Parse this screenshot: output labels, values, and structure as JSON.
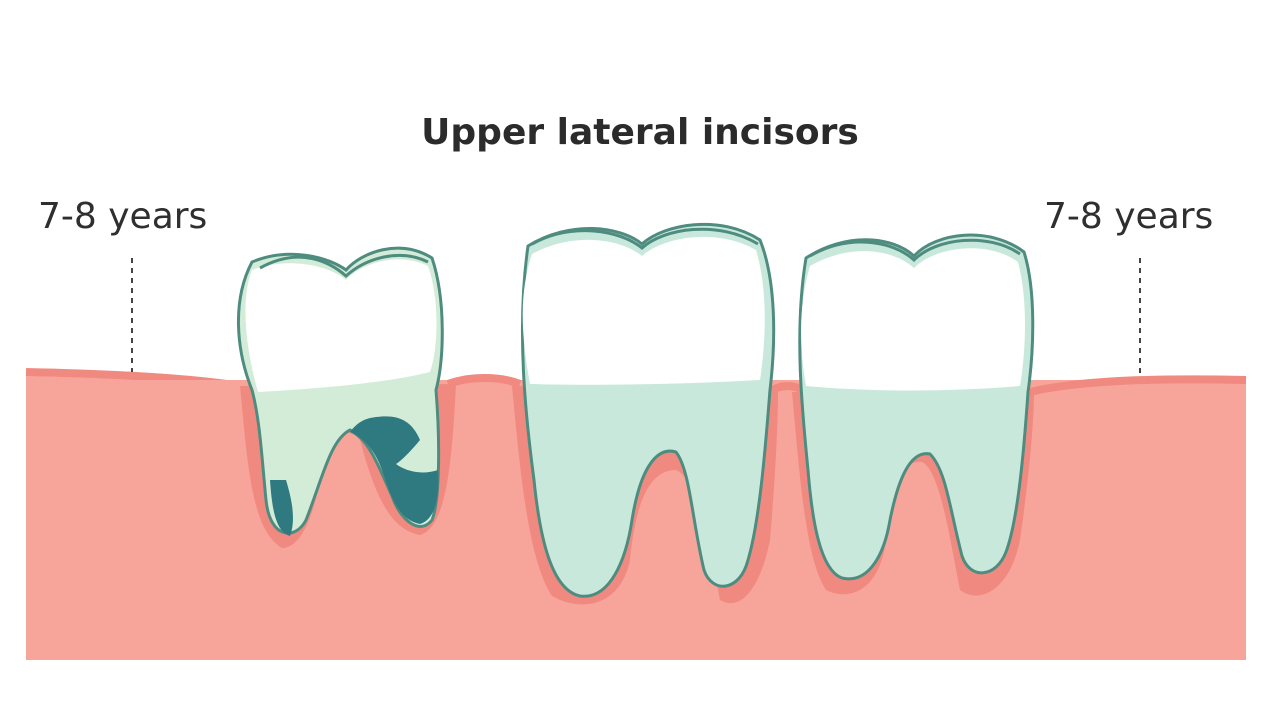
{
  "title": "Upper lateral incisors",
  "labels": {
    "left_age": "7-8 years",
    "right_age": "7-8 years"
  },
  "colors": {
    "gum": "#f7a59b",
    "gum_edge": "#f08a80",
    "tooth_outline": "#4f8c80",
    "tooth_fill": "#c9e8dc",
    "tooth_crown": "#ffffff",
    "decay": "#2f7a80"
  },
  "teeth": [
    {
      "name": "primary-tooth",
      "state": "decaying"
    },
    {
      "name": "permanent-tooth"
    },
    {
      "name": "permanent-tooth"
    }
  ]
}
